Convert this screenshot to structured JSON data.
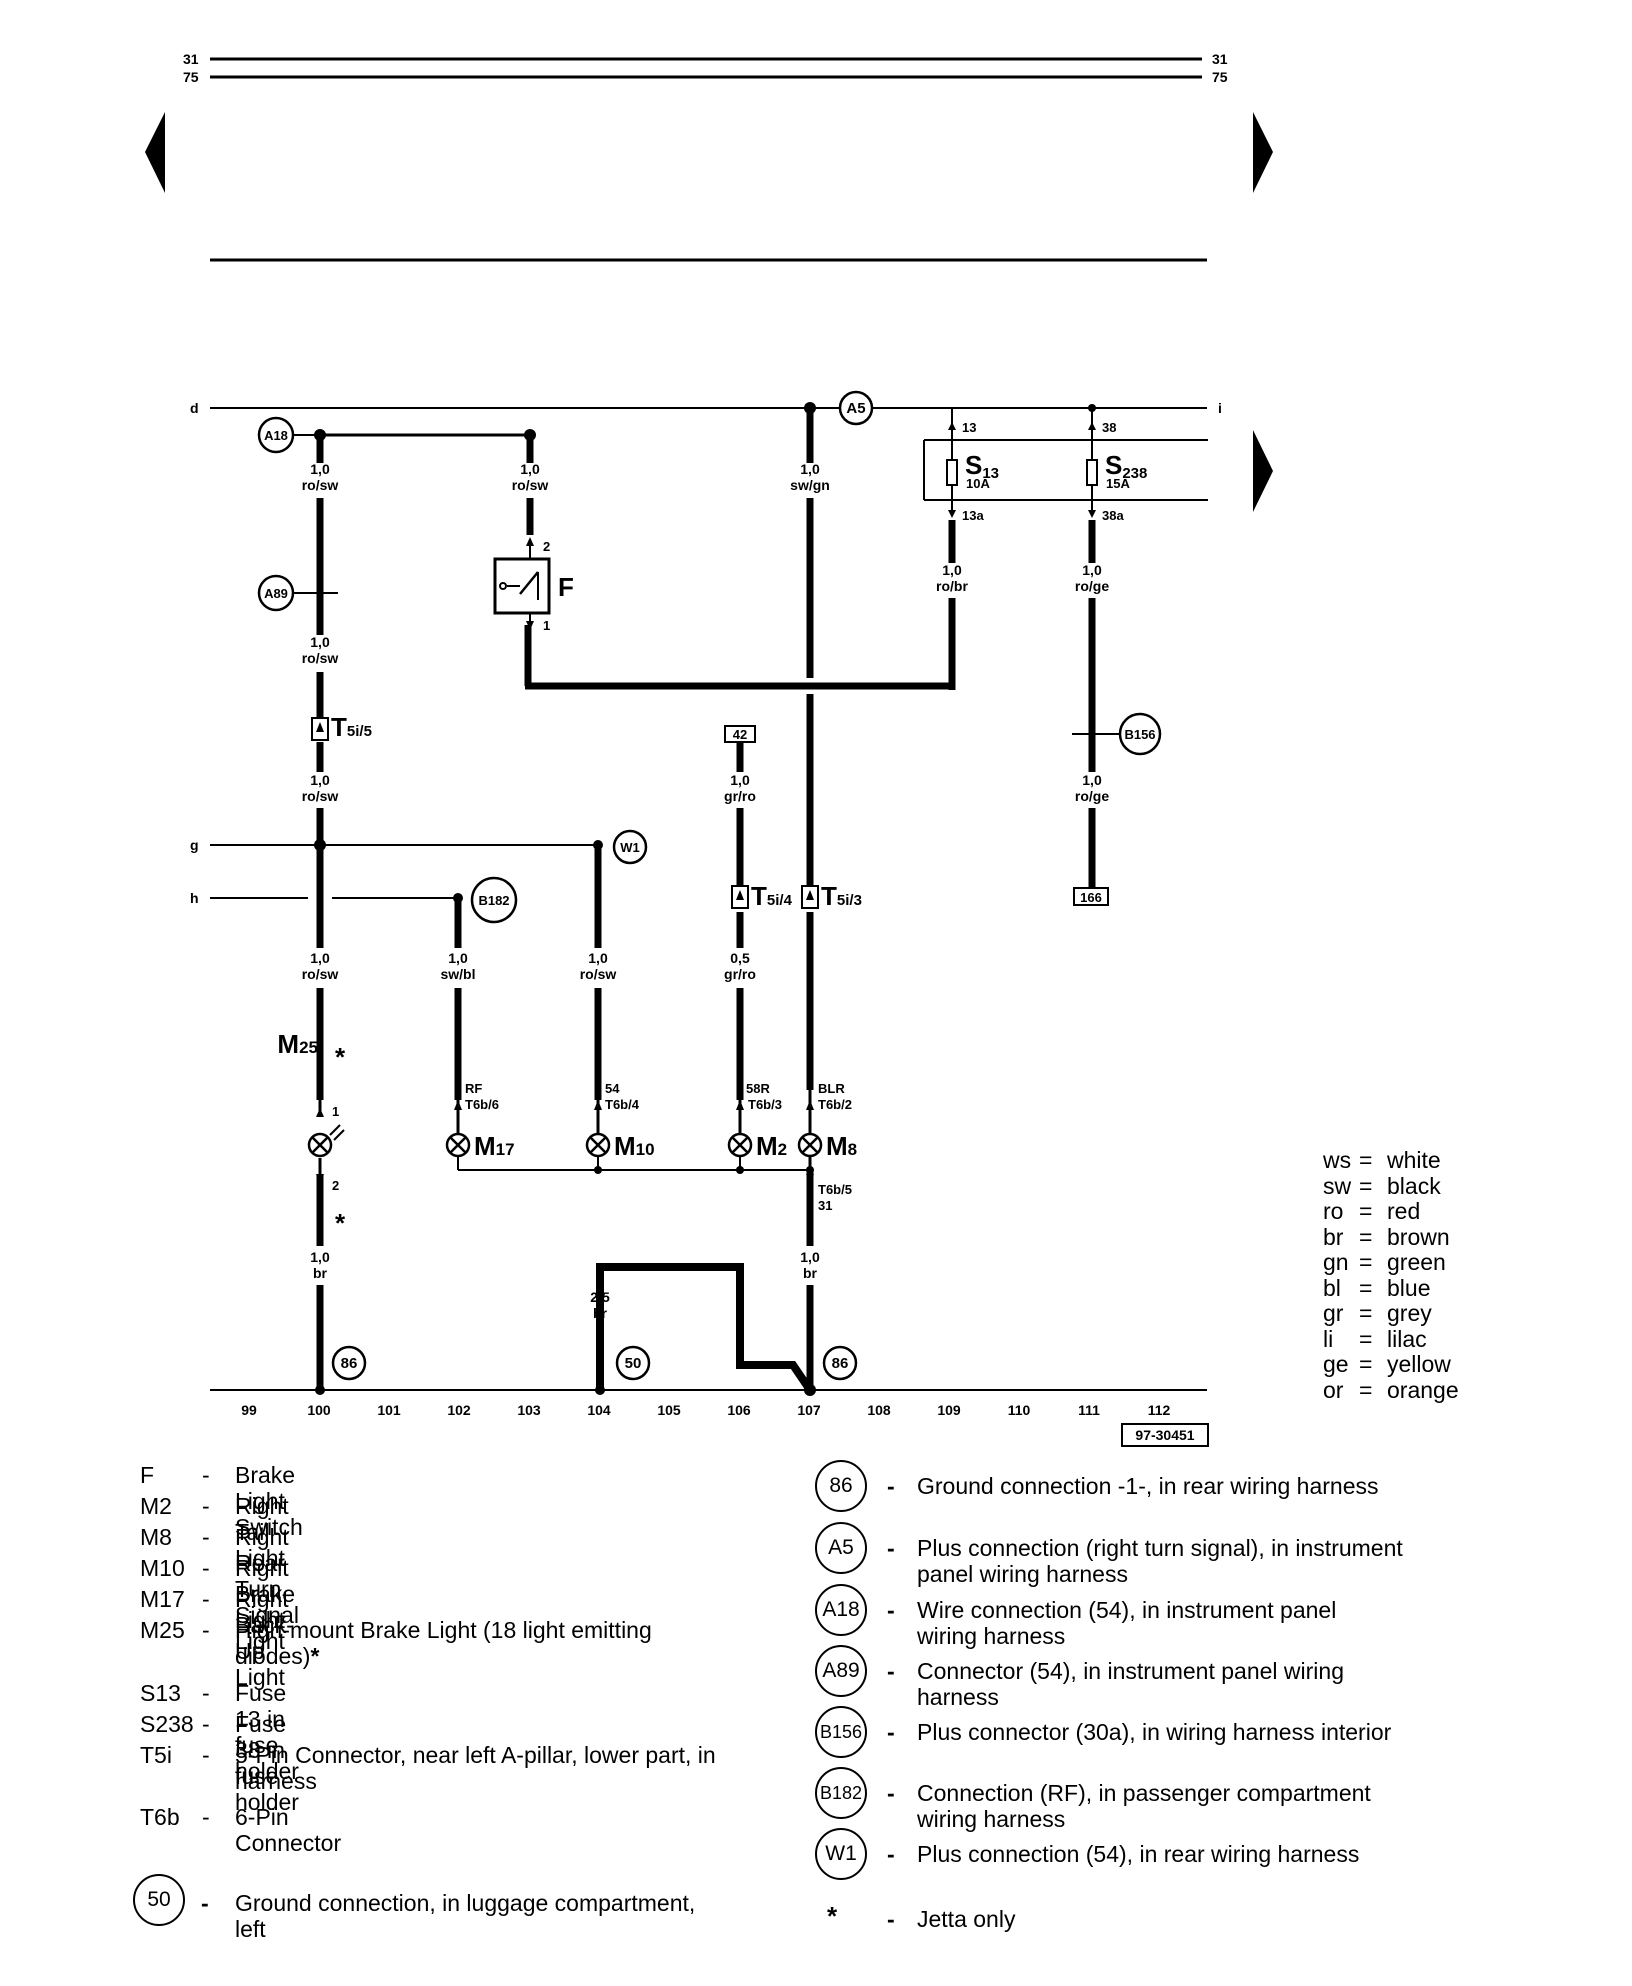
{
  "top_terminals": {
    "t31_left": "31",
    "t75_left": "75",
    "t31_right": "31",
    "t75_right": "75"
  },
  "bus_labels": {
    "d": "d",
    "i": "i",
    "g": "g",
    "h": "h"
  },
  "connectors": {
    "A5": "A5",
    "A18": "A18",
    "A89": "A89",
    "B156": "B156",
    "B182": "B182",
    "W1": "W1",
    "g86a": "86",
    "g86b": "86",
    "g50": "50"
  },
  "wires": [
    {
      "size": "1,0",
      "color": "ro/sw"
    },
    {
      "size": "1,0",
      "color": "ro/sw"
    },
    {
      "size": "1,0",
      "color": "sw/gn"
    },
    {
      "size": "1,0",
      "color": "ro/sw"
    },
    {
      "size": "1,0",
      "color": "ro/br"
    },
    {
      "size": "1,0",
      "color": "ro/ge"
    },
    {
      "size": "1,0",
      "color": "ro/sw"
    },
    {
      "size": "1,0",
      "color": "gr/ro"
    },
    {
      "size": "1,0",
      "color": "ro/ge"
    },
    {
      "size": "1,0",
      "color": "ro/sw"
    },
    {
      "size": "1,0",
      "color": "sw/bl"
    },
    {
      "size": "1,0",
      "color": "ro/sw"
    },
    {
      "size": "0,5",
      "color": "gr/ro"
    },
    {
      "size": "1,0",
      "color": "br"
    },
    {
      "size": "2,5",
      "color": "br"
    },
    {
      "size": "1,0",
      "color": "br"
    }
  ],
  "fuses": {
    "s13": {
      "name": "S",
      "sub": "13",
      "rating": "10A",
      "pin_in": "13",
      "pin_out": "13a"
    },
    "s238": {
      "name": "S",
      "sub": "238",
      "rating": "15A",
      "pin_in": "38",
      "pin_out": "38a"
    }
  },
  "switch": {
    "name": "F",
    "pin_top": "2",
    "pin_bottom": "1"
  },
  "plugs": {
    "t5i5": {
      "name": "T",
      "sub": "5i/5"
    },
    "t5i4": {
      "name": "T",
      "sub": "5i/4"
    },
    "t5i3": {
      "name": "T",
      "sub": "5i/3"
    }
  },
  "refs": {
    "r42": "42",
    "r166": "166"
  },
  "lamps": {
    "m25": {
      "name": "M",
      "sub": "25",
      "pin_top": "1",
      "pin_bottom": "2"
    },
    "m17": {
      "name": "M",
      "sub": "17",
      "term": "RF",
      "pin": "T6b/6"
    },
    "m10": {
      "name": "M",
      "sub": "10",
      "term": "54",
      "pin": "T6b/4"
    },
    "m2": {
      "name": "M",
      "sub": "2",
      "term": "58R",
      "pin": "T6b/3"
    },
    "m8": {
      "name": "M",
      "sub": "8",
      "term": "BLR",
      "pin": "T6b/2"
    }
  },
  "ground_pin": {
    "pin": "T6b/5",
    "term": "31"
  },
  "asterisk": "*",
  "ruler": [
    "99",
    "100",
    "101",
    "102",
    "103",
    "104",
    "105",
    "106",
    "107",
    "108",
    "109",
    "110",
    "111",
    "112"
  ],
  "figure_id": "97-30451",
  "color_key": [
    {
      "abbr": "ws",
      "name": "white"
    },
    {
      "abbr": "sw",
      "name": "black"
    },
    {
      "abbr": "ro",
      "name": "red"
    },
    {
      "abbr": "br",
      "name": "brown"
    },
    {
      "abbr": "gn",
      "name": "green"
    },
    {
      "abbr": "bl",
      "name": "blue"
    },
    {
      "abbr": "gr",
      "name": "grey"
    },
    {
      "abbr": "li",
      "name": "lilac"
    },
    {
      "abbr": "ge",
      "name": "yellow"
    },
    {
      "abbr": "or",
      "name": "orange"
    }
  ],
  "equals": "=",
  "dash": "-",
  "legend_left": [
    {
      "code": "F",
      "desc": "Brake Light Switch"
    },
    {
      "code": "M2",
      "desc": "Right Tail Light"
    },
    {
      "code": "M8",
      "desc": "Right Rear Turn Signal Light"
    },
    {
      "code": "M10",
      "desc": "Right Brake Light"
    },
    {
      "code": "M17",
      "desc": "Right Back-Up Light"
    },
    {
      "code": "M25",
      "desc": "High-mount Brake Light (18 light emitting",
      "desc2": "diodes)",
      "mark": "*"
    },
    {
      "code": "S13",
      "desc": "Fuse 13 in fuse holder"
    },
    {
      "code": "S238",
      "desc": "Fuse 38 in fuse holder"
    },
    {
      "code": "T5i",
      "desc": "5-Pin Connector, near left A-pillar, lower part, in",
      "desc2": "harness"
    },
    {
      "code": "T6b",
      "desc": "6-Pin Connector"
    }
  ],
  "legend_ground50": {
    "code": "50",
    "desc": "Ground connection, in luggage compartment,",
    "desc2": "left"
  },
  "legend_right": [
    {
      "code": "86",
      "desc": "Ground connection -1-, in rear wiring harness"
    },
    {
      "code": "A5",
      "desc": "Plus connection (right turn signal), in instrument",
      "desc2": "panel wiring harness"
    },
    {
      "code": "A18",
      "desc": "Wire connection (54), in instrument panel",
      "desc2": "wiring harness"
    },
    {
      "code": "A89",
      "desc": "Connector (54), in instrument panel wiring",
      "desc2": "harness"
    },
    {
      "code": "B156",
      "desc": "Plus connector (30a), in wiring harness interior"
    },
    {
      "code": "B182",
      "desc": "Connection (RF), in passenger compartment",
      "desc2": "wiring harness"
    },
    {
      "code": "W1",
      "desc": "Plus connection (54), in rear wiring harness"
    }
  ],
  "legend_jetta": {
    "mark": "*",
    "desc": "Jetta only"
  }
}
